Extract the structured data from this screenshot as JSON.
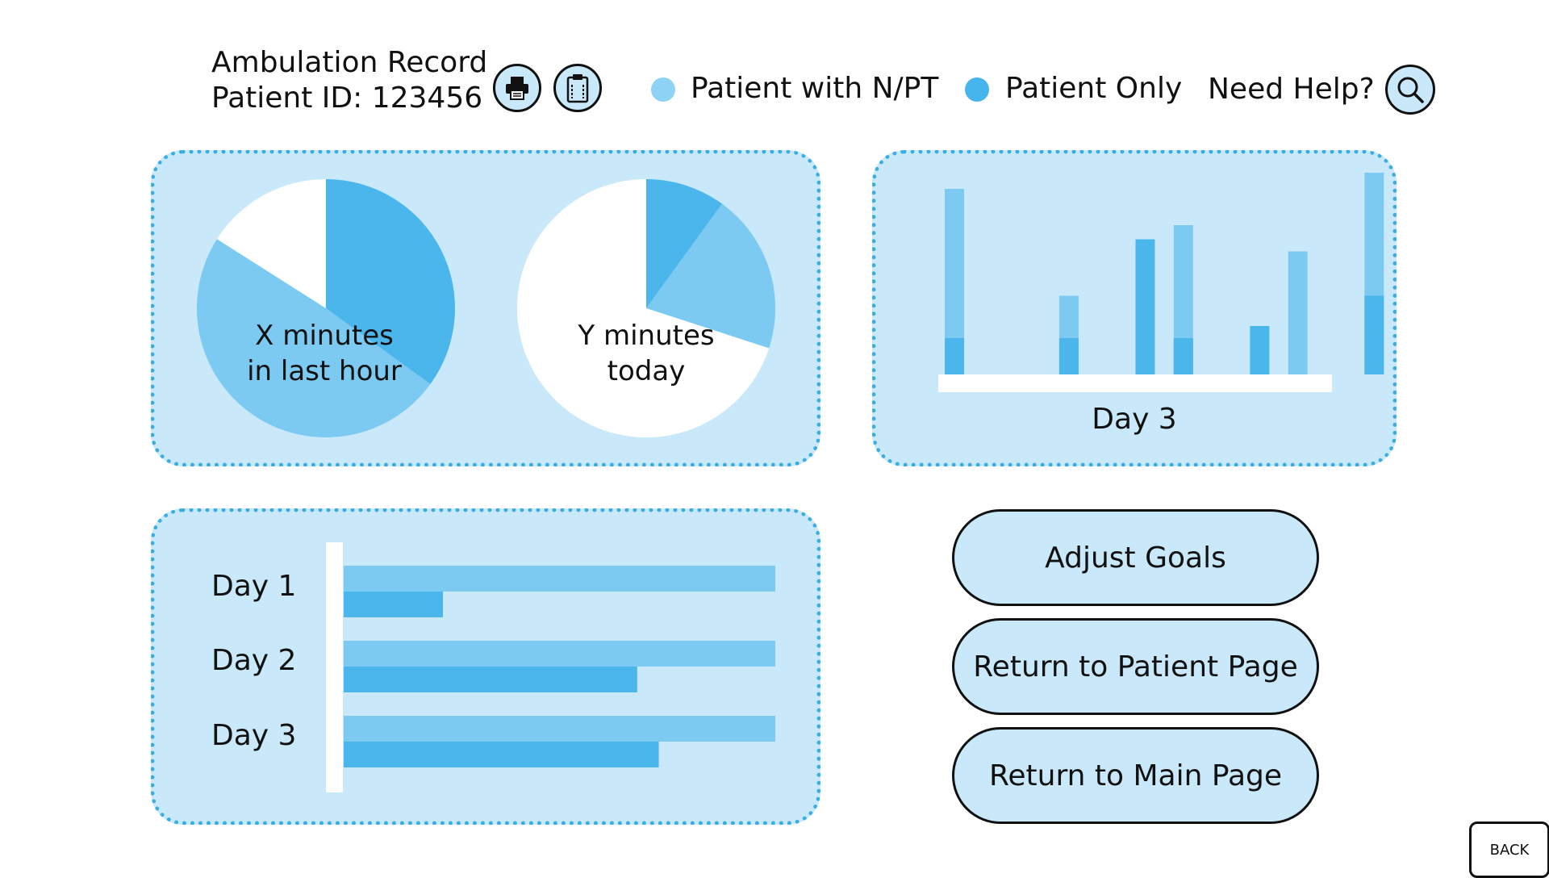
{
  "header": {
    "title": "Ambulation Record",
    "patient_id": "Patient ID: 123456",
    "print_icon": "printer-icon",
    "clipboard_icon": "clipboard-icon",
    "help_text": "Need Help?",
    "help_icon": "magnifier-icon"
  },
  "legend": [
    {
      "label": "Patient with N/PT",
      "color": "#8ed2f5"
    },
    {
      "label": "Patient Only",
      "color": "#45b5ec"
    }
  ],
  "colors": {
    "panel_bg": "#c9e9fa",
    "panel_border": "#3aaee3",
    "with_npt": "#7ccaf2",
    "patient_only": "#4ab6ec",
    "pie_empty": "#ffffff"
  },
  "pies": [
    {
      "label_line1": "X minutes",
      "label_line2": "in last hour",
      "slices": [
        {
          "series": "Patient Only",
          "fraction": 0.35
        },
        {
          "series": "Patient with N/PT",
          "fraction": 0.49
        },
        {
          "series": "empty",
          "fraction": 0.16
        }
      ]
    },
    {
      "label_line1": "Y minutes",
      "label_line2": "today",
      "slices": [
        {
          "series": "Patient Only",
          "fraction": 0.1
        },
        {
          "series": "Patient with N/PT",
          "fraction": 0.2
        },
        {
          "series": "empty",
          "fraction": 0.7
        }
      ]
    }
  ],
  "chart_data": [
    {
      "type": "bar",
      "orientation": "vertical",
      "xlabel": "Day 3",
      "ylim": [
        0,
        100
      ],
      "grid": false,
      "bars": [
        {
          "with_npt": 92,
          "patient_only": 18
        },
        {
          "with_npt": 0,
          "patient_only": 0
        },
        {
          "with_npt": 0,
          "patient_only": 0
        },
        {
          "with_npt": 39,
          "patient_only": 18
        },
        {
          "with_npt": 0,
          "patient_only": 0
        },
        {
          "with_npt": 0,
          "patient_only": 67
        },
        {
          "with_npt": 74,
          "patient_only": 18
        },
        {
          "with_npt": 0,
          "patient_only": 0
        },
        {
          "with_npt": 0,
          "patient_only": 24
        },
        {
          "with_npt": 61,
          "patient_only": 0
        },
        {
          "with_npt": 0,
          "patient_only": 0
        },
        {
          "with_npt": 100,
          "patient_only": 39
        }
      ]
    },
    {
      "type": "bar",
      "orientation": "horizontal",
      "categories": [
        "Day 1",
        "Day 2",
        "Day 3"
      ],
      "xlim": [
        0,
        100
      ],
      "grid": false,
      "series": [
        {
          "name": "Patient with N/PT",
          "values": [
            100,
            100,
            100
          ]
        },
        {
          "name": "Patient Only",
          "values": [
            23,
            68,
            73
          ]
        }
      ]
    }
  ],
  "actions": {
    "adjust_goals": "Adjust Goals",
    "return_patient": "Return to Patient Page",
    "return_main": "Return to Main Page",
    "back": "BACK"
  }
}
